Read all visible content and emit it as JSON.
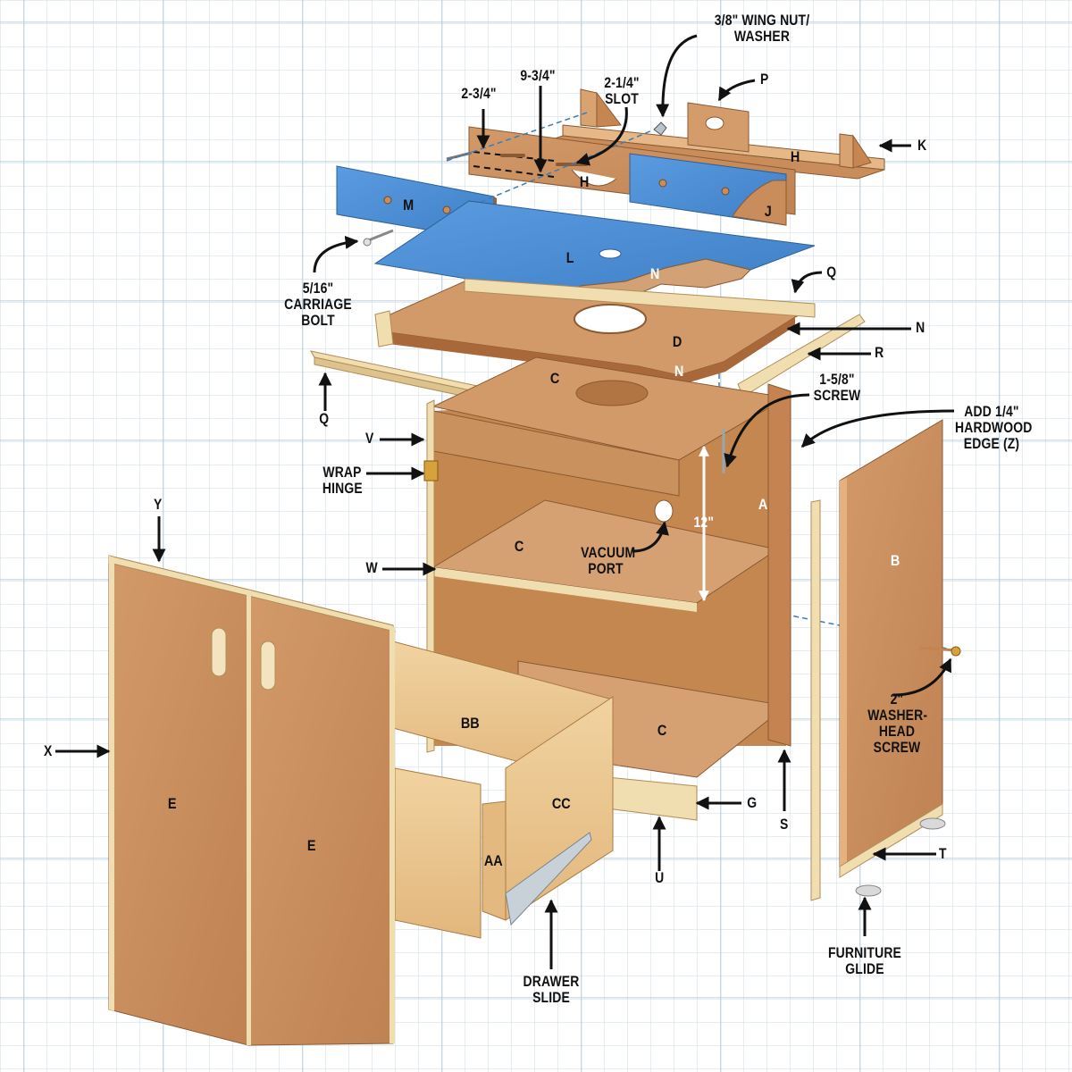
{
  "diagram": {
    "title": "Router table cabinet exploded view",
    "colors": {
      "mdf": "#c98d5c",
      "mdf_dark": "#a86a3e",
      "hardwood": "#f0ddb0",
      "plywood": "#e9c48e",
      "laminate": "#4f8fd4",
      "grid": "#b9d0de",
      "ink": "#111111"
    },
    "callouts": {
      "wing_nut": "3/8\" WING NUT/\nWASHER",
      "p": "P",
      "k": "K",
      "dim_2_3_4": "2-3/4\"",
      "dim_9_3_4": "9-3/4\"",
      "slot": "2-1/4\"\nSLOT",
      "carriage_bolt": "5/16\"\nCARRIAGE\nBOLT",
      "q_top": "Q",
      "n_right": "N",
      "r": "R",
      "q_left": "Q",
      "screw_1_5_8": "1-5/8\"\nSCREW",
      "hardwood_edge": "ADD 1/4\"\nHARDWOOD\nEDGE (Z)",
      "v": "V",
      "wrap_hinge": "WRAP\nHINGE",
      "y": "Y",
      "w": "W",
      "vacuum_port": "VACUUM\nPORT",
      "dim_12": "12\"",
      "x": "X",
      "washer_head_screw": "2\"\nWASHER-\nHEAD\nSCREW",
      "g": "G",
      "s": "S",
      "u": "U",
      "t": "T",
      "drawer_slide": "DRAWER\nSLIDE",
      "furniture_glide": "FURNITURE\nGLIDE"
    },
    "parts": {
      "h1": "H",
      "h2": "H",
      "m": "M",
      "j": "J",
      "l": "L",
      "n1": "N",
      "n2": "N",
      "d": "D",
      "c_top": "C",
      "c_mid": "C",
      "c_bottom": "C",
      "a": "A",
      "b": "B",
      "bb": "BB",
      "cc": "CC",
      "aa": "AA",
      "e_left": "E",
      "e_right": "E"
    }
  }
}
